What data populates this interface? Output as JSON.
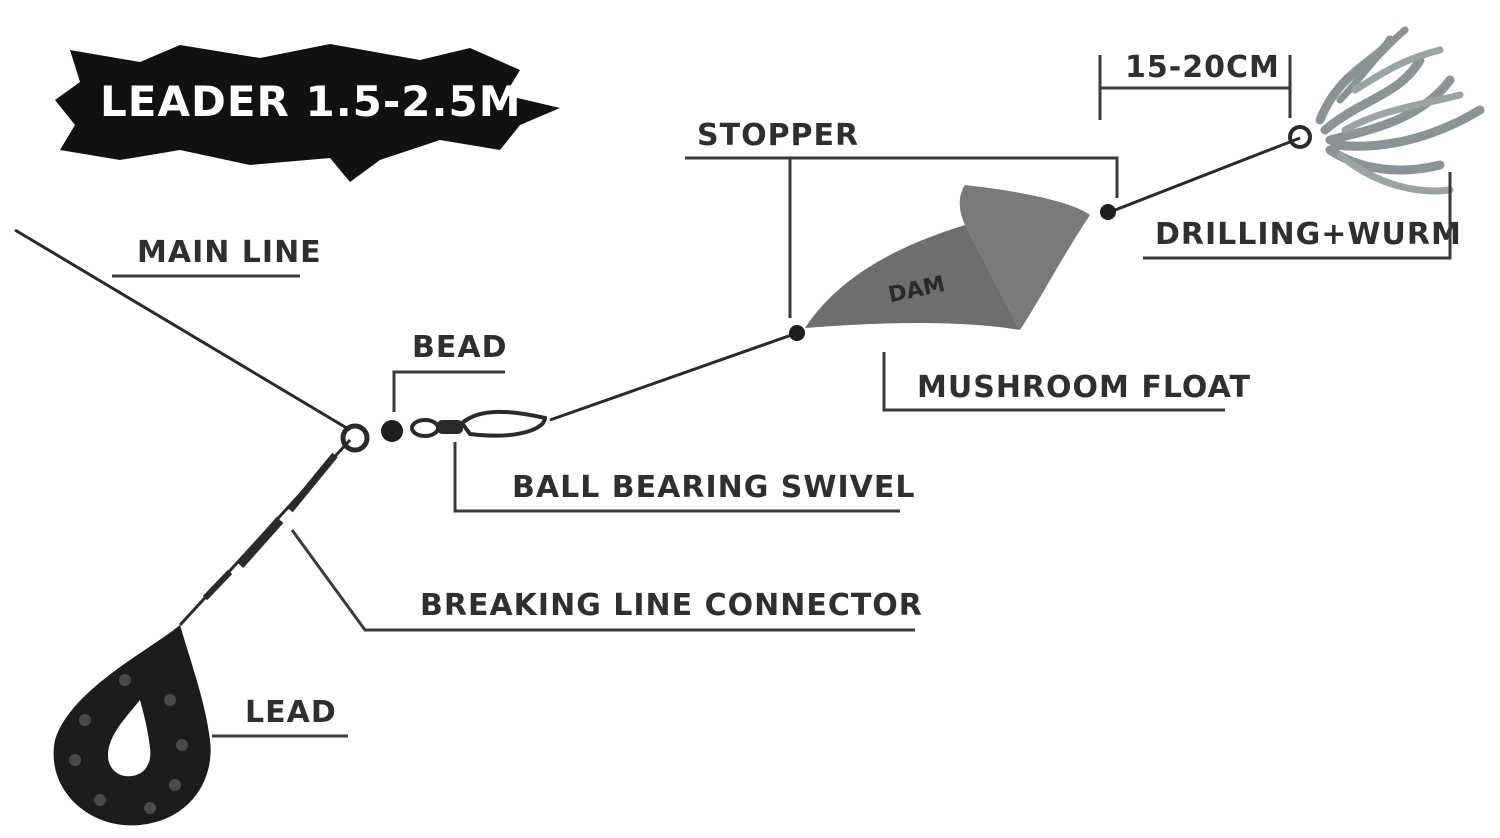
{
  "title": "LEADER 1.5-2.5M",
  "float_brand": "DAM",
  "labels": {
    "main_line": "MAIN LINE",
    "bead": "BEAD",
    "swivel": "BALL BEARING SWIVEL",
    "breaking": "BREAKING LINE CONNECTOR",
    "lead": "LEAD",
    "stopper": "STOPPER",
    "float": "MUSHROOM FLOAT",
    "distance": "15-20CM",
    "bait": "DRILLING+WURM"
  },
  "colors": {
    "text": "#2f2f2f",
    "banner": "#111111",
    "float": "#6e6e6e",
    "lead": "#1c1c1c",
    "worm": "#8a9396"
  }
}
